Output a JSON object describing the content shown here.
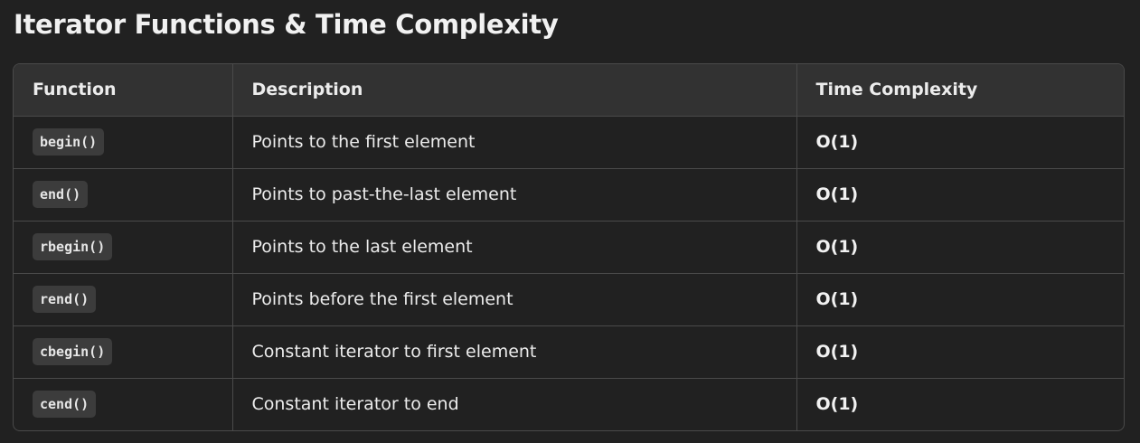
{
  "title": "Iterator Functions & Time Complexity",
  "table": {
    "headers": [
      "Function",
      "Description",
      "Time Complexity"
    ],
    "rows": [
      {
        "function": "begin()",
        "description": "Points to the first element",
        "complexity": "O(1)"
      },
      {
        "function": "end()",
        "description": "Points to past-the-last element",
        "complexity": "O(1)"
      },
      {
        "function": "rbegin()",
        "description": "Points to the last element",
        "complexity": "O(1)"
      },
      {
        "function": "rend()",
        "description": "Points before the first element",
        "complexity": "O(1)"
      },
      {
        "function": "cbegin()",
        "description": "Constant iterator to first element",
        "complexity": "O(1)"
      },
      {
        "function": "cend()",
        "description": "Constant iterator to end",
        "complexity": "O(1)"
      }
    ]
  },
  "colors": {
    "background": "#212121",
    "header_bg": "#323232",
    "border": "#4a4a4a",
    "code_bg": "#3c3c3c",
    "text": "#ececec"
  }
}
